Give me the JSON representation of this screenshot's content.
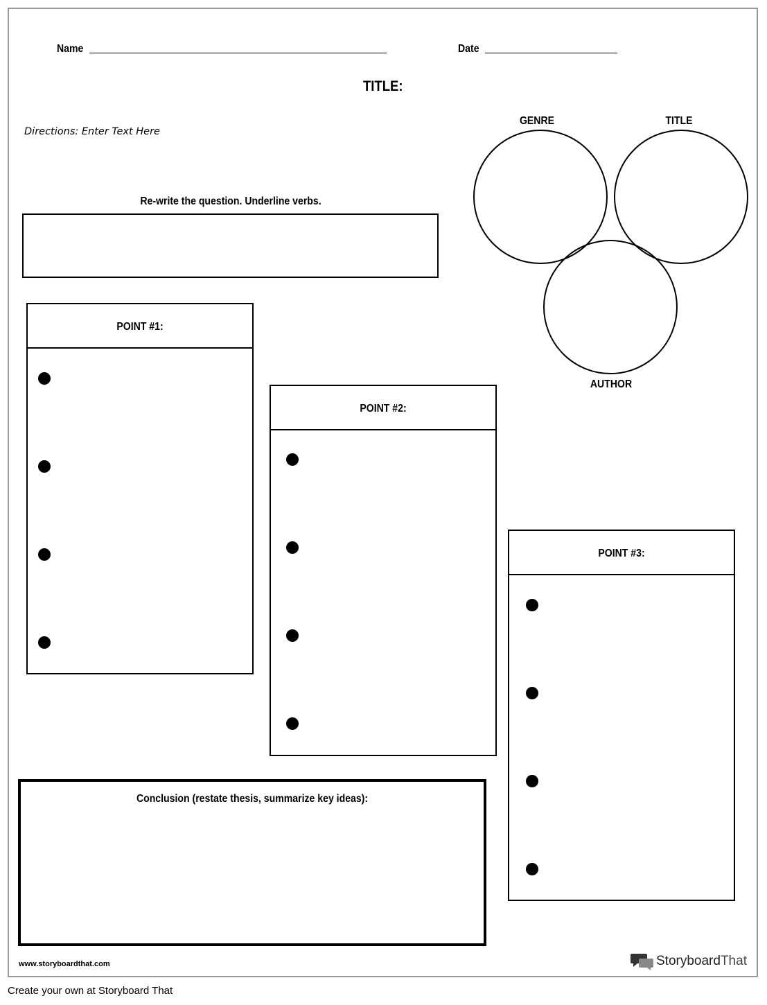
{
  "header": {
    "name_label": "Name",
    "date_label": "Date",
    "title_label": "TITLE:"
  },
  "directions": "Directions: Enter Text Here",
  "question_prompt": "Re-write the question. Underline verbs.",
  "venn": {
    "genre": "GENRE",
    "title": "TITLE",
    "author": "AUTHOR"
  },
  "points": [
    {
      "label": "POINT #1:"
    },
    {
      "label": "POINT #2:"
    },
    {
      "label": "POINT #3:"
    }
  ],
  "conclusion_label": "Conclusion (restate thesis, summarize key ideas):",
  "footer": {
    "url": "www.storyboardthat.com",
    "brand_left": "Storyboard",
    "brand_right": "That",
    "caption": "Create your own at Storyboard That"
  }
}
